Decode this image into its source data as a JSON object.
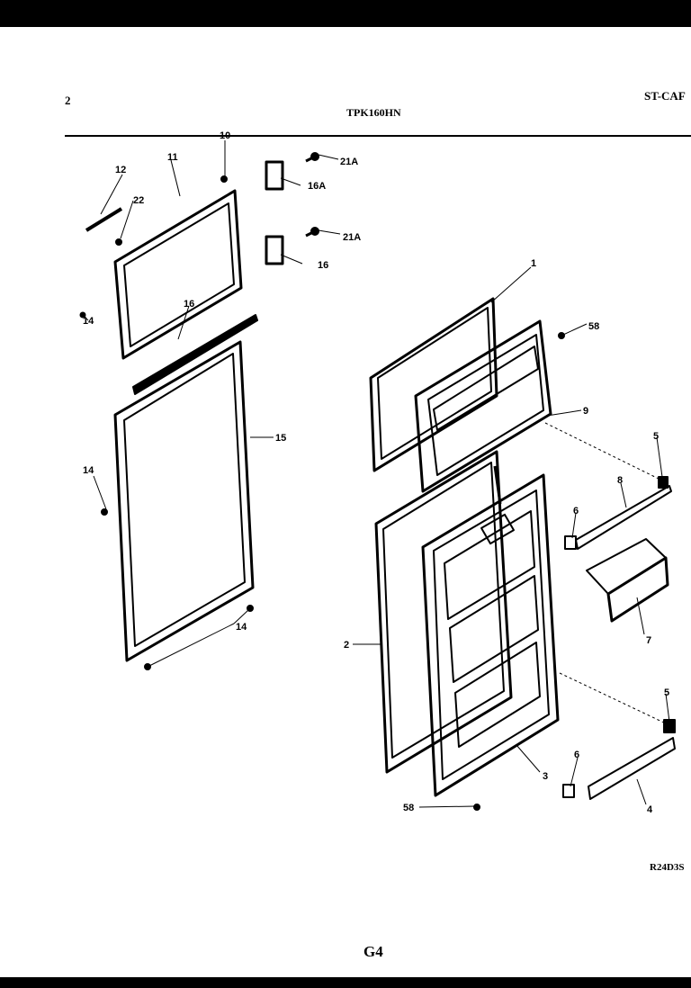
{
  "header": {
    "page_number": "2",
    "model": "TPK160HN",
    "section": "ST-CAF"
  },
  "footer": {
    "page_code": "G4",
    "ref_code": "R24D3S"
  },
  "callouts": {
    "p1": "1",
    "p2": "2",
    "p3": "3",
    "p4": "4",
    "p5a": "5",
    "p5b": "5",
    "p6a": "6",
    "p6b": "6",
    "p7": "7",
    "p8": "8",
    "p9": "9",
    "p10": "10",
    "p11": "11",
    "p12": "12",
    "p14a": "14",
    "p14b": "14",
    "p14c": "14",
    "p15": "15",
    "p16a": "16",
    "p16b": "16",
    "p16A": "16A",
    "p21Aa": "21A",
    "p21Ab": "21A",
    "p22": "22",
    "p58a": "58",
    "p58b": "58"
  }
}
